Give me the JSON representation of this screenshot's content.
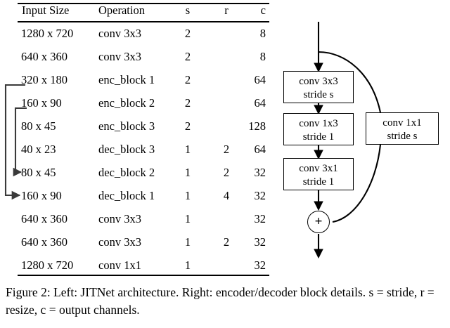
{
  "figure": {
    "caption": "Figure 2: Left: JITNet architecture. Right: encoder/decoder block details. s = stride, r = resize, c = output channels."
  },
  "table": {
    "columns": [
      "Input Size",
      "Operation",
      "s",
      "r",
      "c"
    ],
    "rows": [
      {
        "input": "1280 x 720",
        "op": "conv 3x3",
        "s": "2",
        "r": "",
        "c": "8"
      },
      {
        "input": "640 x 360",
        "op": "conv 3x3",
        "s": "2",
        "r": "",
        "c": "8"
      },
      {
        "input": "320 x 180",
        "op": "enc_block 1",
        "s": "2",
        "r": "",
        "c": "64"
      },
      {
        "input": "160 x 90",
        "op": "enc_block 2",
        "s": "2",
        "r": "",
        "c": "64"
      },
      {
        "input": "80 x 45",
        "op": "enc_block 3",
        "s": "2",
        "r": "",
        "c": "128"
      },
      {
        "input": "40 x 23",
        "op": "dec_block 3",
        "s": "1",
        "r": "2",
        "c": "64"
      },
      {
        "input": "80 x 45",
        "op": "dec_block 2",
        "s": "1",
        "r": "2",
        "c": "32"
      },
      {
        "input": "160 x 90",
        "op": "dec_block 1",
        "s": "1",
        "r": "4",
        "c": "32"
      },
      {
        "input": "640 x 360",
        "op": "conv 3x3",
        "s": "1",
        "r": "",
        "c": "32"
      },
      {
        "input": "640 x 360",
        "op": "conv 3x3",
        "s": "1",
        "r": "2",
        "c": "32"
      },
      {
        "input": "1280 x 720",
        "op": "conv 1x1",
        "s": "1",
        "r": "",
        "c": "32"
      }
    ]
  },
  "block_diagram": {
    "blocks": [
      {
        "name": "conv-3x3-block",
        "line1": "conv 3x3",
        "line2": "stride s"
      },
      {
        "name": "conv-1x3-block",
        "line1": "conv 1x3",
        "line2": "stride 1"
      },
      {
        "name": "conv-3x1-block",
        "line1": "conv 3x1",
        "line2": "stride 1"
      },
      {
        "name": "conv-1x1-shortcut-block",
        "line1": "conv 1x1",
        "line2": "stride s"
      }
    ],
    "add_symbol": "+"
  },
  "colors": {
    "stroke": "#000000",
    "background": "#ffffff",
    "skip_stroke": "#3a3a3a"
  }
}
